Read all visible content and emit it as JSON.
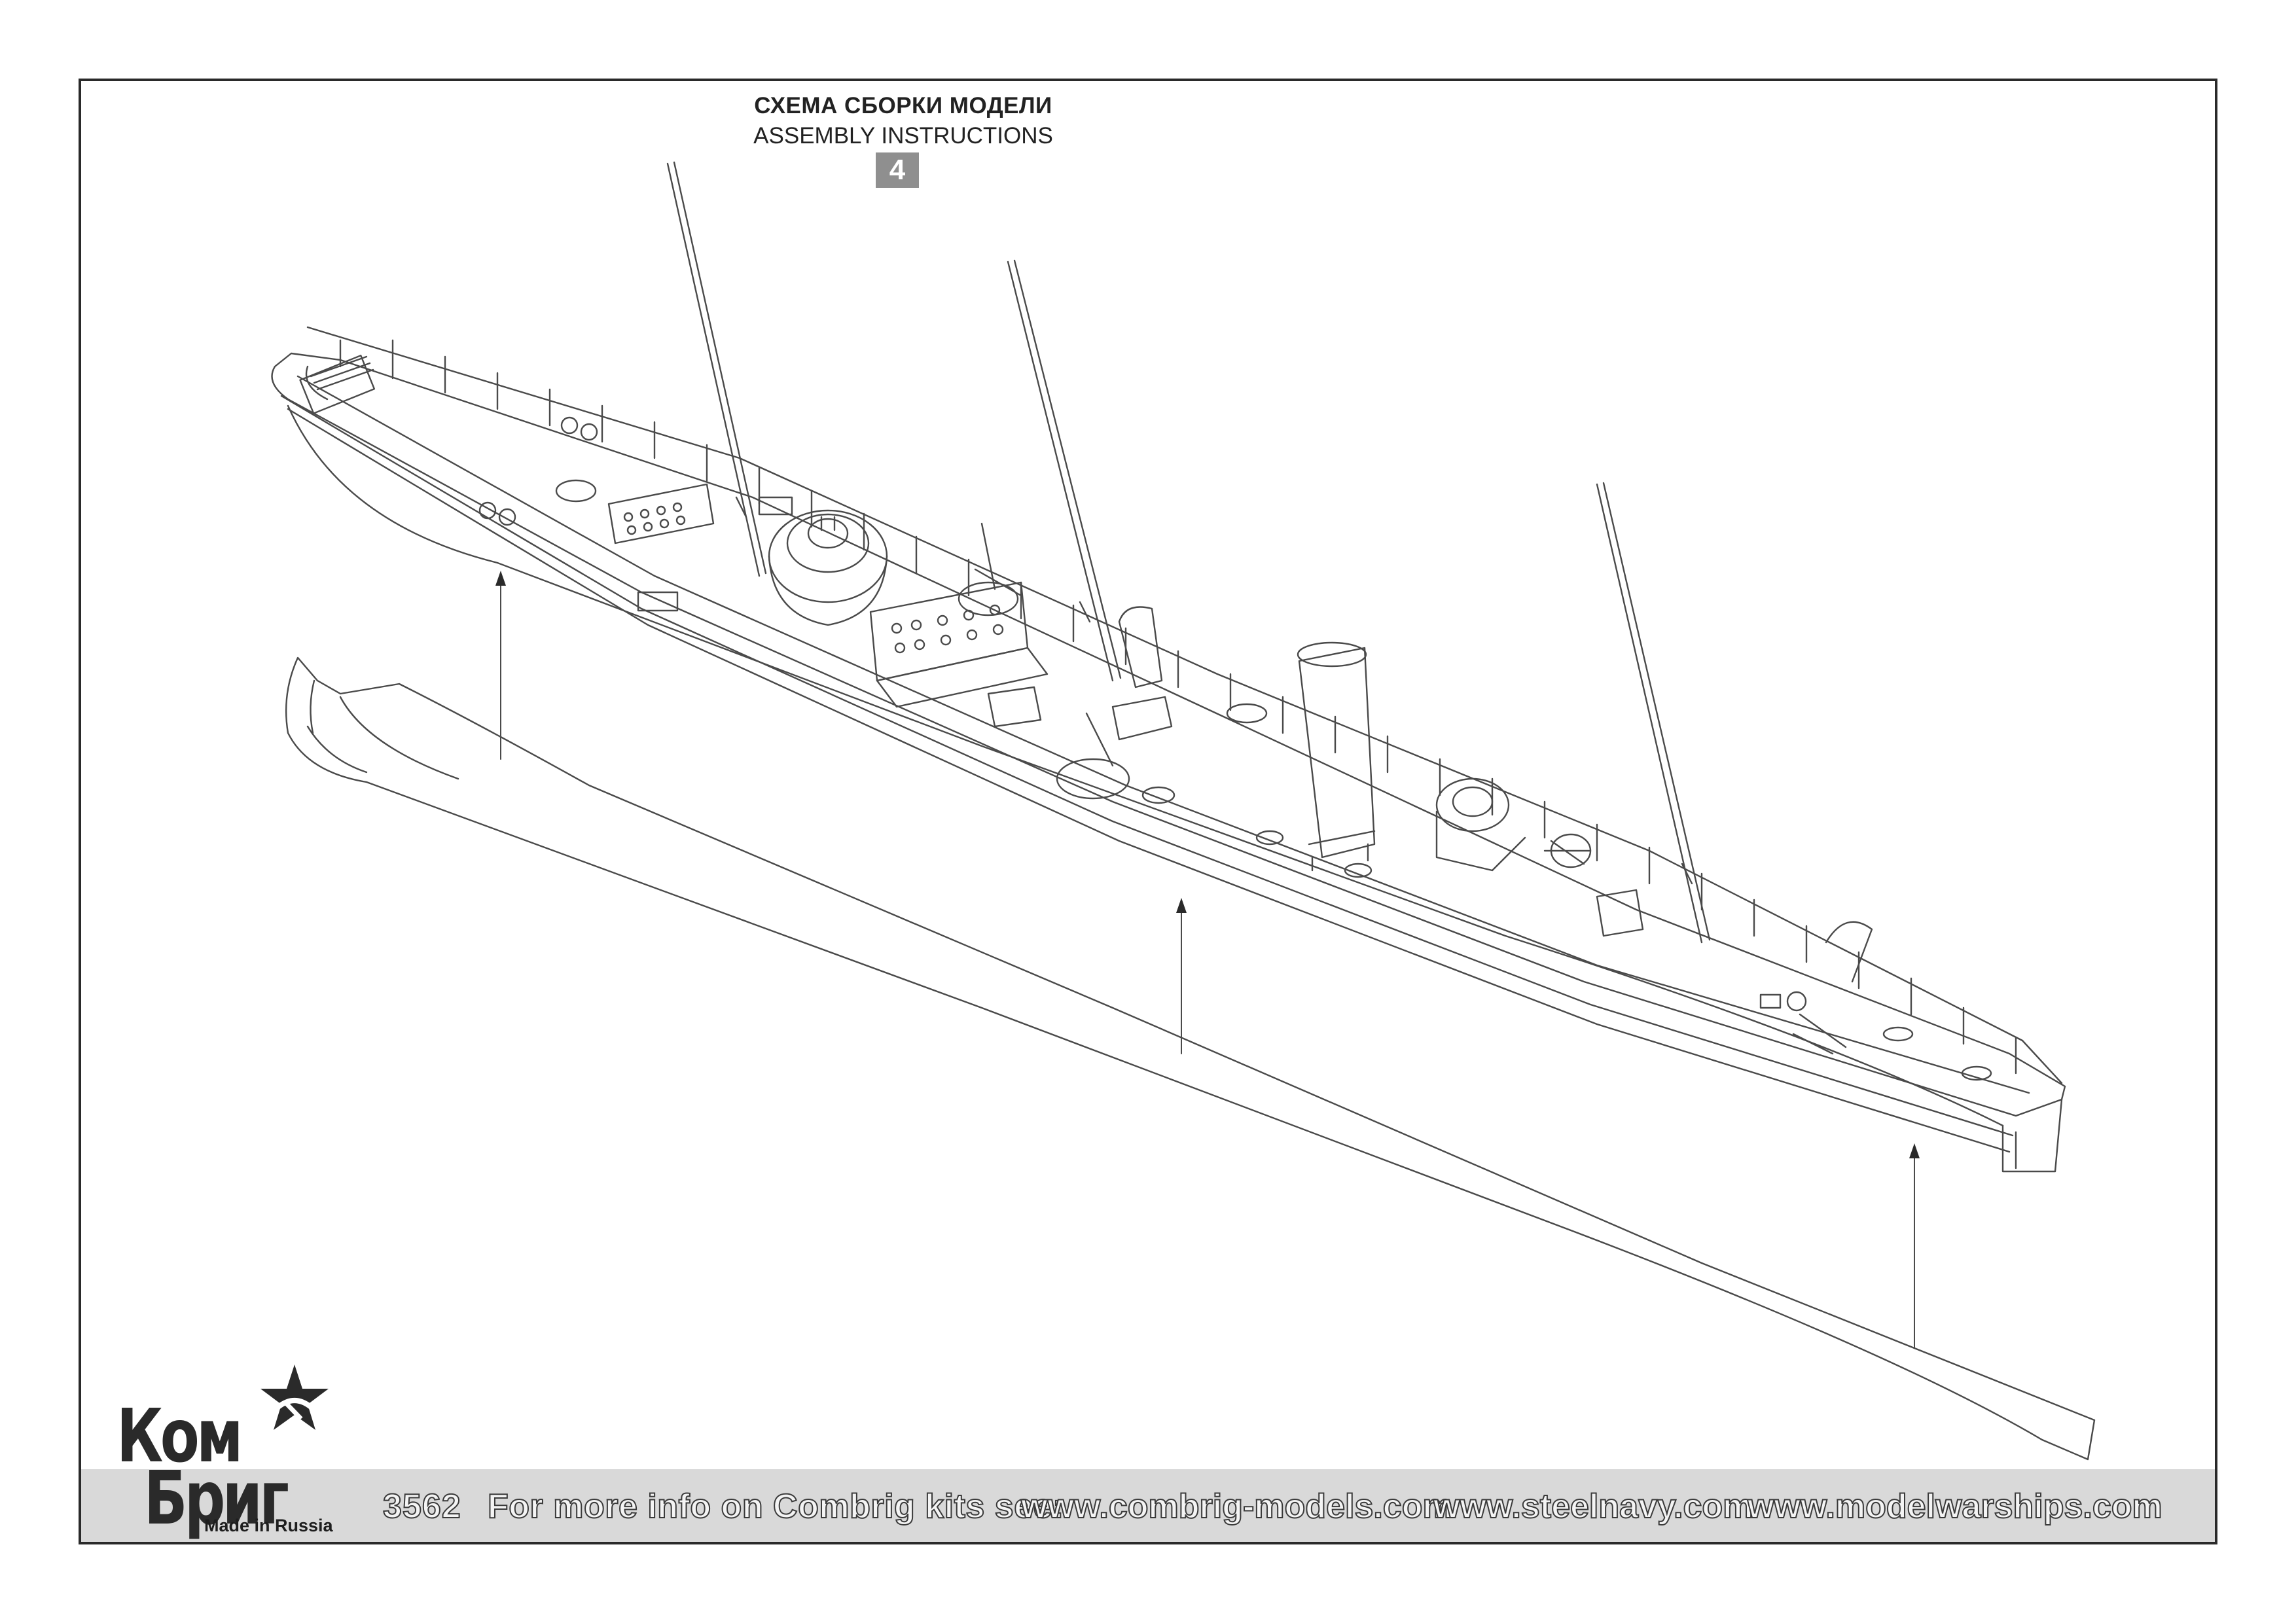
{
  "header": {
    "title_ru": "СХЕМА СБОРКИ МОДЕЛИ",
    "title_en": "ASSEMBLY INSTRUCTIONS",
    "step_number": "4"
  },
  "logo": {
    "line1": "Ком",
    "line2": "Бриг",
    "made_in": "Made in Russia"
  },
  "footer": {
    "kit_number": "3562",
    "info_text": "For more info on Combrig kits see:",
    "urls": [
      "www.combrig-models.com",
      "www.steelnavy.com",
      "www.modelwarships.com"
    ]
  },
  "colors": {
    "line": "#4a4a4a",
    "footer_band": "#d9d9d9",
    "step_badge": "#8f8f8f"
  }
}
